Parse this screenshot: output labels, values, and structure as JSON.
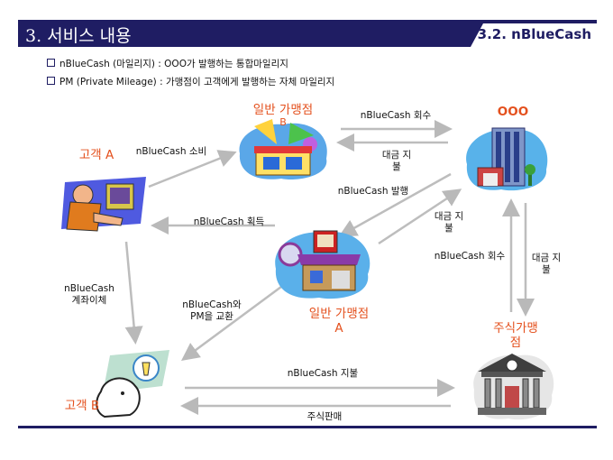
{
  "header": {
    "title": "3. 서비스 내용",
    "section": "3.2. nBlueCash"
  },
  "bullets": [
    "nBlueCash (마일리지) : OOO가 발행하는 통합마일리지",
    "PM (Private Mileage) : 가맹점이 고객에게 발행하는 자체 마일리지"
  ],
  "nodes": {
    "store_b": "일반 가맹점",
    "store_b_letter": "B",
    "company": "OOO",
    "customer_a": "고객 A",
    "store_a_line1": "일반 가맹점",
    "store_a_line2": "A",
    "stock_store_line1": "주식가맹",
    "stock_store_line2": "점",
    "customer_b": "고객 B"
  },
  "flows": {
    "b_to_company": "nBlueCash 회수",
    "company_to_b_line1": "대금 지",
    "company_to_b_line2": "불",
    "a_to_b": "nBlueCash 소비",
    "company_issue": "nBlueCash 발행",
    "store_a_to_company_line1": "대금 지",
    "store_a_to_company_line2": "불",
    "store_a_to_customer": "nBlueCash 획득",
    "stock_to_company": "nBlueCash 회수",
    "company_to_stock_line1": "대금 지",
    "company_to_stock_line2": "불",
    "transfer_line1": "nBlueCash",
    "transfer_line2": "계좌이체",
    "exchange_line1": "nBlueCash와",
    "exchange_line2": "PM을 교환",
    "b_pays": "nBlueCash 지불",
    "stock_sale": "주식판매"
  }
}
